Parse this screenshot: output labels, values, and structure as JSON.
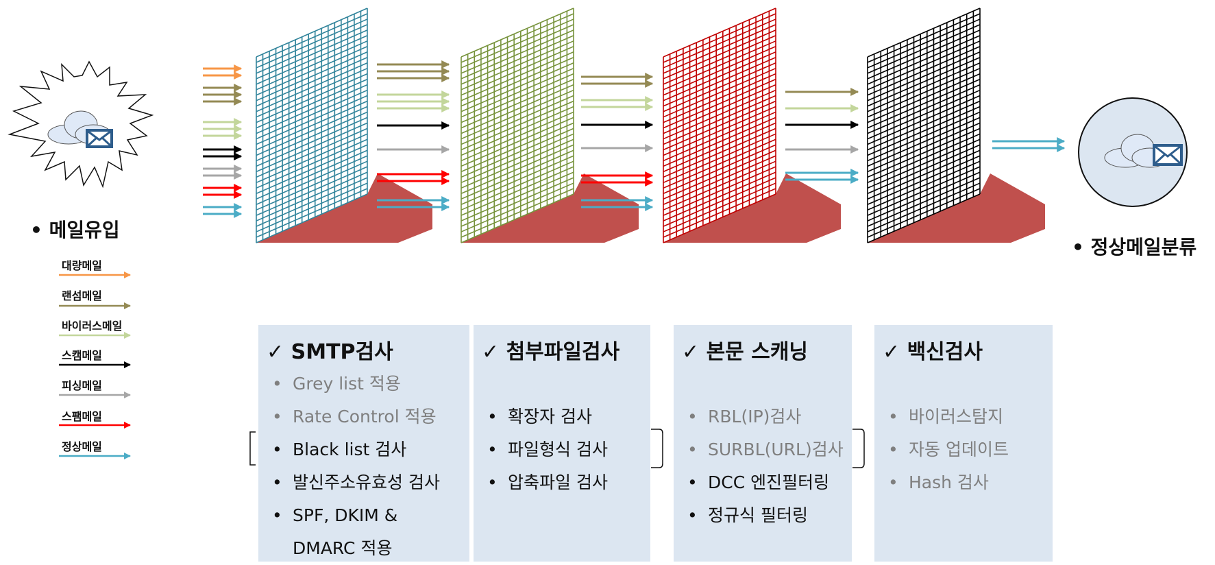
{
  "incoming_label": "• 메일유입",
  "normal_label": "• 정상메일분류",
  "legend": [
    {
      "label": "대량메일",
      "color": "#f79646"
    },
    {
      "label": "랜섬메일",
      "color": "#948a54"
    },
    {
      "label": "바이러스메일",
      "color": "#c3d69b"
    },
    {
      "label": "스캠메일",
      "color": "#000000"
    },
    {
      "label": "피싱메일",
      "color": "#a6a6a6"
    },
    {
      "label": "스팸메일",
      "color": "#ff0000"
    },
    {
      "label": "정상메일",
      "color": "#4bacc6"
    }
  ],
  "filter_colors": [
    "#31849b",
    "#77933c",
    "#c00000",
    "#000000"
  ],
  "shadow_color": "#c0504d",
  "panels": [
    {
      "title": "✓ SMTP검사",
      "items": [
        {
          "text": "Grey list 적용",
          "tone": "g"
        },
        {
          "text": "Rate Control 적용",
          "tone": "g"
        },
        {
          "text": "Black list 검사",
          "tone": "b"
        },
        {
          "text": "발신주소유효성 검사",
          "tone": "b"
        },
        {
          "text": "SPF, DKIM &",
          "tone": "b"
        }
      ],
      "continuation": "DMARC  적용"
    },
    {
      "title": "✓ 첨부파일검사",
      "items": [
        {
          "text": "확장자 검사",
          "tone": "b"
        },
        {
          "text": "파일형식 검사",
          "tone": "b"
        },
        {
          "text": "압축파일 검사",
          "tone": "b"
        }
      ]
    },
    {
      "title": "✓ 본문 스캐닝",
      "items": [
        {
          "text": "RBL(IP)검사",
          "tone": "g"
        },
        {
          "text": "SURBL(URL)검사",
          "tone": "g"
        },
        {
          "text": "DCC 엔진필터링",
          "tone": "b"
        },
        {
          "text": "정규식 필터링",
          "tone": "b"
        }
      ]
    },
    {
      "title": "✓ 백신검사",
      "items": [
        {
          "text": "바이러스탐지",
          "tone": "g"
        },
        {
          "text": "자동 업데이트",
          "tone": "g"
        },
        {
          "text": "Hash 검사",
          "tone": "g"
        }
      ]
    }
  ]
}
